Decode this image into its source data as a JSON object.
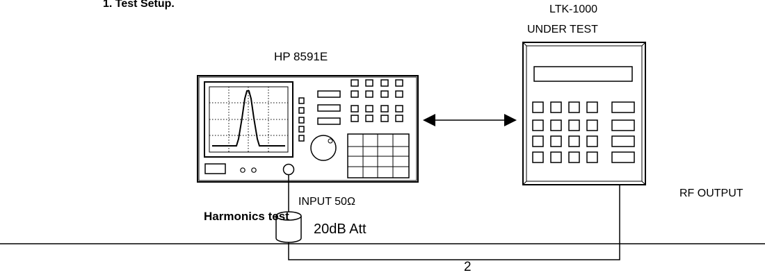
{
  "section_heading": "1. Test Setup.",
  "analyzer": {
    "label": "HP 8591E"
  },
  "device": {
    "label_line1": "LTK-1000",
    "label_line2": "UNDER TEST"
  },
  "labels": {
    "input": "INPUT 50Ω",
    "harmonics": "Harmonics test",
    "attenuator": "20dB Att",
    "rf_output": "RF OUTPUT",
    "cable_number": "2"
  }
}
